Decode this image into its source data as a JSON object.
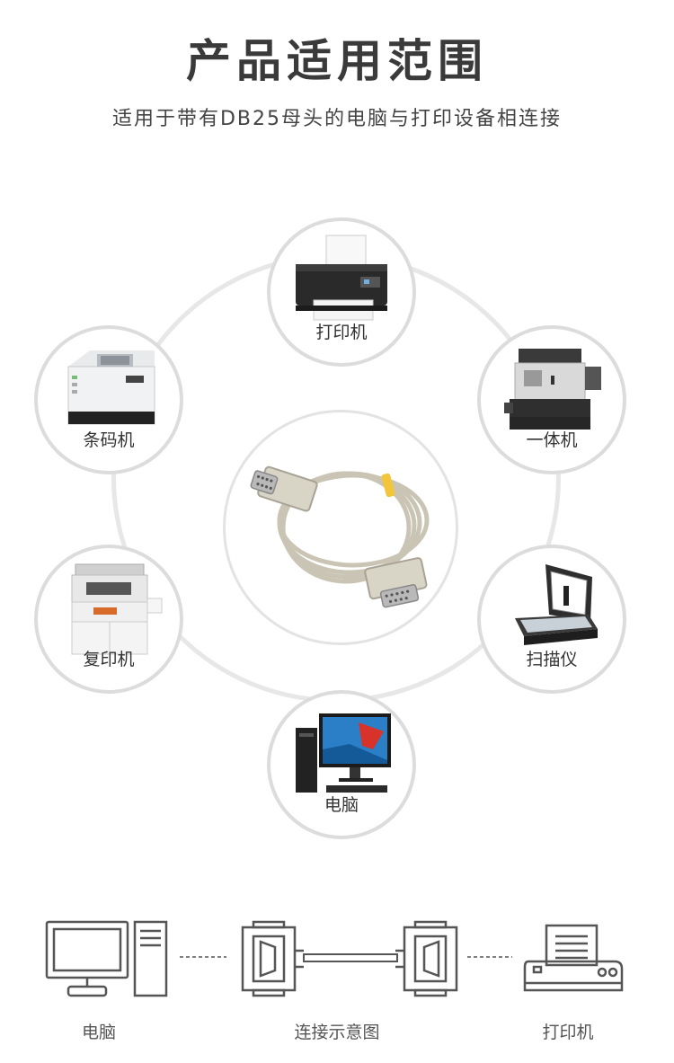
{
  "header": {
    "title": "产品适用范围",
    "subtitle": "适用于带有DB25母头的电脑与打印设备相连接"
  },
  "devices": [
    {
      "id": "printer",
      "label": "打印机",
      "icon": "printer-icon"
    },
    {
      "id": "barcode",
      "label": "条码机",
      "icon": "barcode-printer-icon"
    },
    {
      "id": "mfp",
      "label": "一体机",
      "icon": "multifunction-printer-icon"
    },
    {
      "id": "copier",
      "label": "复印机",
      "icon": "copier-icon"
    },
    {
      "id": "scanner",
      "label": "扫描仪",
      "icon": "scanner-icon"
    },
    {
      "id": "computer",
      "label": "电脑",
      "icon": "computer-icon"
    }
  ],
  "diagram": {
    "left_label": "电脑",
    "middle_label": "连接示意图",
    "right_label": "打印机"
  }
}
